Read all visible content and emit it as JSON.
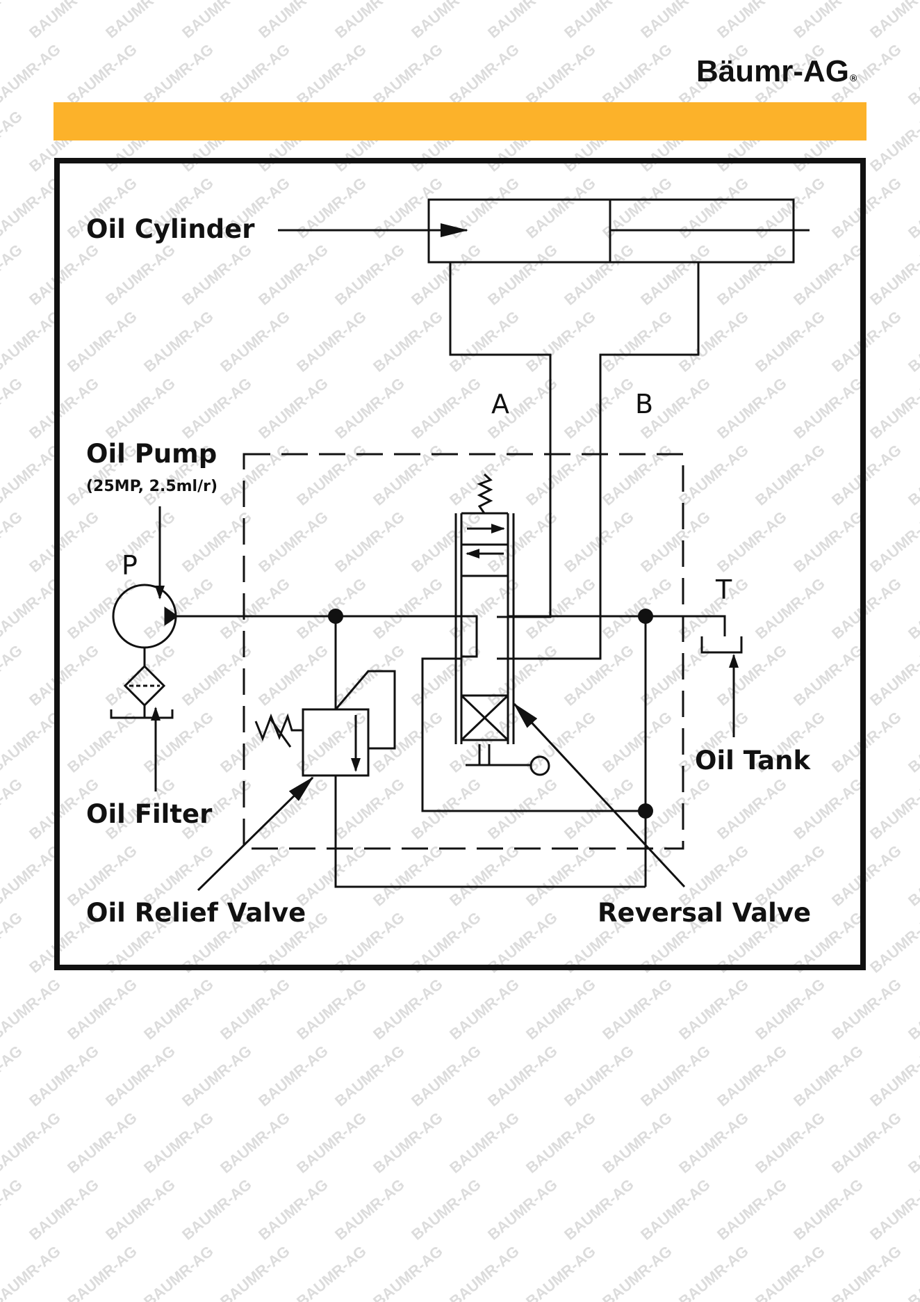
{
  "brand": {
    "name": "Bäumr-AG",
    "watermark_text": "BAUMR-AG"
  },
  "colors": {
    "accent_bar": "#fcb22a",
    "line": "#111111",
    "watermark": "#dcdcdc"
  },
  "labels": {
    "oil_cylinder": "Oil Cylinder",
    "oil_pump": "Oil Pump",
    "oil_pump_spec": "(25MP, 2.5ml/r)",
    "oil_filter": "Oil Filter",
    "oil_relief_valve": "Oil Relief Valve",
    "oil_tank": "Oil Tank",
    "reversal_valve": "Reversal Valve"
  },
  "ports": {
    "a": "A",
    "b": "B",
    "p": "P",
    "t": "T"
  }
}
